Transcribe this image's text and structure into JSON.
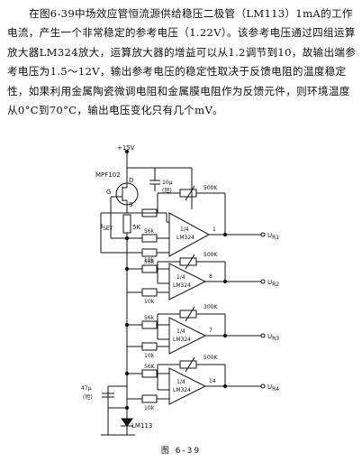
{
  "body_text": "在图6-39中场效应管恒流源供给稳压二极管（LM113）1mA的工作电流，产生一个非常稳定的参考电压（1.22V）。该参考电压通过四组运算放大器LM324放大，运算放大器的增益可以从1.2调节到10，故输出端参考电压为1.5～12V，输出参考电压的稳定性取决于反馈电阻的温度稳定性，如果利用金属陶瓷微调电阻和金属膜电阻作为反馈元件，则环境温度从0°C到70°C，输出电压变化只有几个mV。",
  "figure": {
    "supply": "+15V",
    "fet": "MPF102",
    "pin_g": "G",
    "pin_d": "D",
    "pin_s": "S",
    "cap_top": "10μ",
    "cap_top_type": "(钽)",
    "iset": "I",
    "iset_sub": "SET",
    "r_set": "5K",
    "cap_bottom": "47μ",
    "cap_bottom_type": "(钽)",
    "zener": "LM113",
    "amps": [
      {
        "r_in": "56k",
        "r_fb": "10k",
        "r_gnd": "10k",
        "pot": "500K",
        "fraction": "1/4",
        "ic": "LM324",
        "pin_out": "1",
        "output": "U",
        "output_sub": "R1"
      },
      {
        "r_in": "56k",
        "r_fb": "10k",
        "r_gnd": "10k",
        "pot": "500K",
        "fraction": "1/4",
        "ic": "LM324",
        "pin_out": "8",
        "output": "U",
        "output_sub": "R2"
      },
      {
        "r_in": "56k",
        "r_fb": "10k",
        "r_gnd": "10k",
        "pot": "300K",
        "fraction": "1/4",
        "ic": "LM324",
        "pin_out": "7",
        "output": "U",
        "output_sub": "R3"
      },
      {
        "r_in": "56K",
        "r_fb": "10k",
        "r_gnd": "10k",
        "pot": "500K",
        "fraction": "1/4",
        "ic": "LM324",
        "pin_out": "14",
        "output": "U",
        "output_sub": "R4"
      }
    ]
  },
  "caption": "图 6-39"
}
